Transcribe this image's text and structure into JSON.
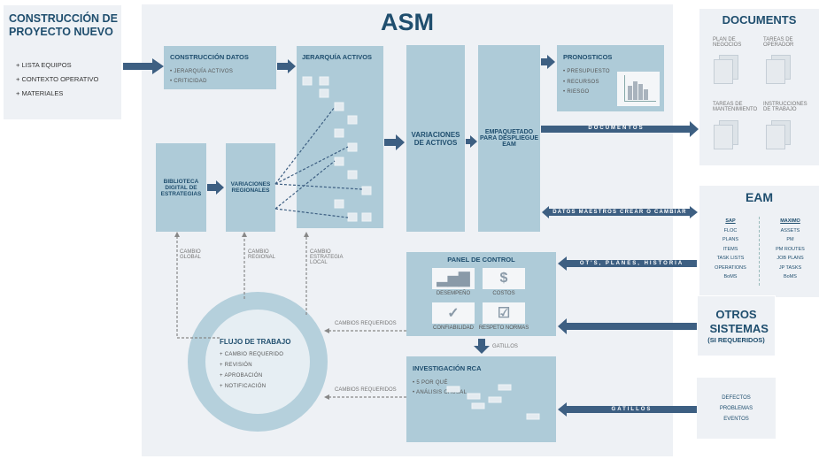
{
  "project": {
    "title": "CONSTRUCCIÓN DE PROYECTO NUEVO",
    "items": [
      "+ LISTA EQUIPOS",
      "+ CONTEXTO OPERATIVO",
      "+ MATERIALES"
    ]
  },
  "asm": {
    "title": "ASM",
    "construccion": {
      "title": "CONSTRUCCIÓN DATOS",
      "items": [
        "• JERARQUÍA ACTIVOS",
        "• CRITICIDAD"
      ]
    },
    "jerarquia": {
      "title": "JERARQUÍA ACTIVOS"
    },
    "variaciones_activos": "VARIACIONES DE ACTIVOS",
    "empaquetado": "EMPAQUETADO PARA DESPLIEGUE EAM",
    "pronosticos": {
      "title": "PRONOSTICOS",
      "items": [
        "• PRESUPUESTO",
        "• RECURSOS",
        "• RIESGO"
      ]
    },
    "biblioteca": "BIBLIOTECA DIGITAL DE ESTRATEGIAS",
    "variaciones_regionales": "VARIACIONES REGIONALES",
    "cambio_global": "CAMBIO GLOBAL",
    "cambio_regional": "CAMBIO REGIONAL",
    "cambio_local": "CAMBIO ESTRATEGIA LOCAL",
    "panel": {
      "title": "PANEL DE CONTROL",
      "tiles": [
        "DESEMPEÑO",
        "COSTOS",
        "CONFIABILIDAD",
        "RESPETO NORMAS"
      ]
    },
    "gatillos": "GATILLOS",
    "rca": {
      "title": "INVESTIGACIÓN RCA",
      "items": [
        "• 5 POR QUÉ",
        "• ANÁLISIS CAUSAL"
      ]
    },
    "cambios1": "CAMBIOS REQUERIDOS",
    "cambios2": "CAMBIOS REQUERIDOS",
    "flujo": {
      "title": "FLUJO DE TRABAJO",
      "items": [
        "+ CAMBIO REQUERIDO",
        "+ REVISIÓN",
        "+ APROBACIÓN",
        "+ NOTIFICACIÓN"
      ]
    }
  },
  "arrows": {
    "documentos": "DOCUMENTOS",
    "datos": "DATOS MAESTROS CREAR O CAMBIAR",
    "ots": "OT'S, PLANES, HISTORIA",
    "gatillos": "GATILLOS"
  },
  "documents": {
    "title": "DOCUMENTS",
    "items": [
      "PLAN DE NEGOCIOS",
      "TAREAS DE OPERADOR",
      "TAREAS DE MANTENIMIENTO",
      "INSTRUCCIONES DE TRABAJO"
    ]
  },
  "eam": {
    "title": "EAM",
    "sap": {
      "title": "SAP",
      "items": [
        "FLOC",
        "PLANS",
        "ITEMS",
        "TASK LISTS",
        "OPERATIONS",
        "BoMS"
      ]
    },
    "maximo": {
      "title": "MAXIMO",
      "items": [
        "ASSETS",
        "PM",
        "PM ROUTES",
        "JOB PLANS",
        "JP TASKS",
        "BoMS"
      ]
    }
  },
  "otros": {
    "title": "OTROS SISTEMAS",
    "sub": "(SI REQUERIDOS)"
  },
  "eventos": {
    "items": [
      "DEFECTOS",
      "PROBLEMAS",
      "EVENTOS"
    ]
  },
  "colors": {
    "arrow": "#3d5f82",
    "box": "#aecbd8",
    "heading": "#1f4e6e"
  }
}
